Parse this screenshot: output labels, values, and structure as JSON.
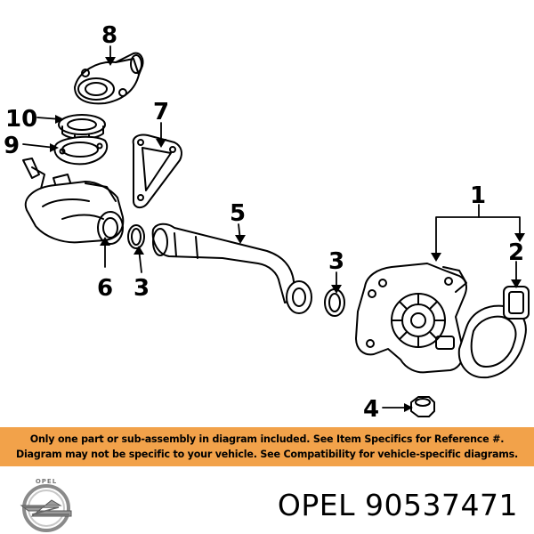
{
  "callouts": {
    "c8": "8",
    "c10": "10",
    "c9": "9",
    "c7": "7",
    "c5": "5",
    "c1": "1",
    "c6": "6",
    "c3a": "3",
    "c3b": "3",
    "c2": "2",
    "c4": "4"
  },
  "notice": {
    "line1": "Only one part or sub-assembly in diagram included. See Item Specifics for Reference #.",
    "line2": "Diagram may not be specific to your vehicle. See Compatibility for vehicle-specific diagrams."
  },
  "brand": {
    "logo_text": "OPEL",
    "title": "OPEL 90537471"
  },
  "colors": {
    "banner": "#f2a24a",
    "ink": "#000000"
  }
}
